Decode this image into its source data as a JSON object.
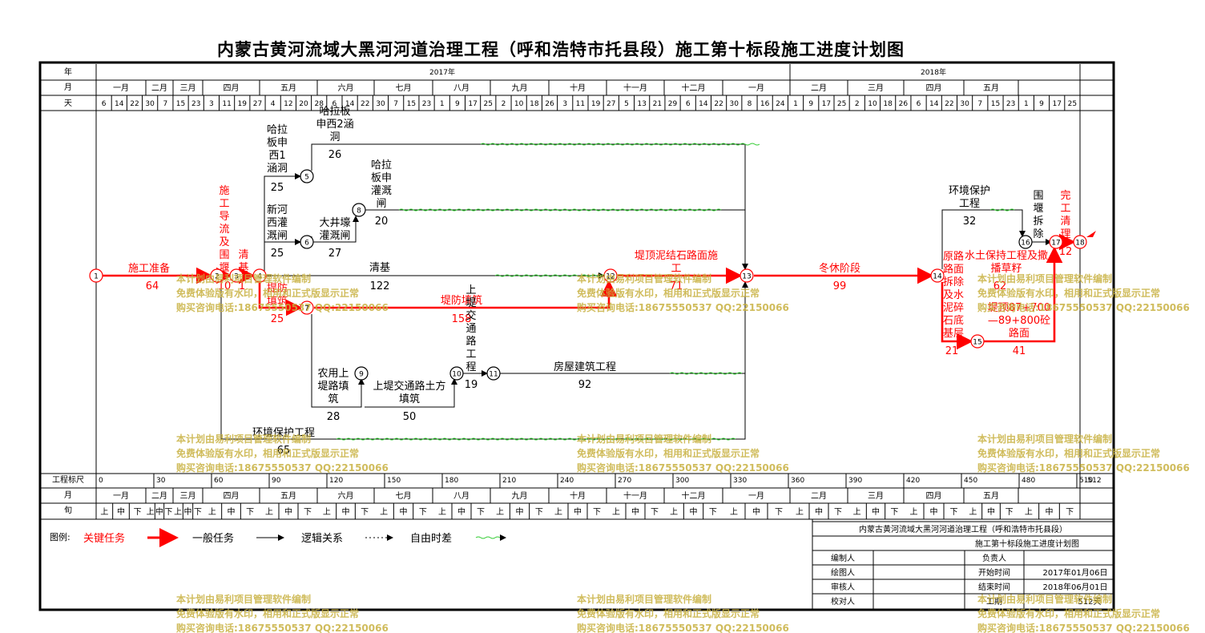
{
  "title": "内蒙古黄河流域大黑河河道治理工程（呼和浩特市托县段）施工第十标段施工进度计划图",
  "header": {
    "row_year": "年",
    "row_month": "月",
    "row_day": "天",
    "years": [
      "2017年",
      "2018年"
    ],
    "months": [
      "一月",
      "二月",
      "三月",
      "四月",
      "五月",
      "六月",
      "七月",
      "八月",
      "九月",
      "十月",
      "十一月",
      "十二月",
      "一月",
      "二月",
      "三月",
      "四月",
      "五月"
    ],
    "days": [
      "6",
      "14",
      "22",
      "30",
      "7",
      "15",
      "23",
      "3",
      "11",
      "19",
      "27",
      "4",
      "12",
      "20",
      "28",
      "6",
      "14",
      "22",
      "30",
      "7",
      "15",
      "23",
      "1",
      "9",
      "17",
      "25",
      "2",
      "10",
      "18",
      "26",
      "3",
      "11",
      "19",
      "27",
      "5",
      "13",
      "21",
      "29",
      "6",
      "14",
      "22",
      "30",
      "8",
      "16",
      "24",
      "1",
      "9",
      "17",
      "25",
      "2",
      "10",
      "18",
      "26",
      "6",
      "14",
      "22",
      "30",
      "7",
      "15",
      "23",
      "1",
      "9",
      "17",
      "25"
    ]
  },
  "footer": {
    "scale_label": "工程标尺",
    "scale_ticks": [
      "0",
      "30",
      "60",
      "90",
      "120",
      "150",
      "180",
      "210",
      "240",
      "270",
      "300",
      "330",
      "360",
      "390",
      "420",
      "450",
      "480",
      "510"
    ],
    "scale_end": "512",
    "month_label": "月",
    "xun_label": "旬",
    "xun": [
      "上",
      "中",
      "下"
    ]
  },
  "legend": {
    "label": "图例:",
    "critical": "关键任务",
    "normal": "一般任务",
    "logic": "逻辑关系",
    "float": "自由时差"
  },
  "colors": {
    "critical": "#ff0000",
    "normal": "#000000",
    "float": "#33cc33",
    "watermark": "#c8b040"
  },
  "nodes": [
    {
      "id": "1",
      "color": "red"
    },
    {
      "id": "2",
      "color": "red"
    },
    {
      "id": "3",
      "color": "red"
    },
    {
      "id": "4",
      "color": "red"
    },
    {
      "id": "5",
      "color": "black"
    },
    {
      "id": "6",
      "color": "black"
    },
    {
      "id": "7",
      "color": "red"
    },
    {
      "id": "8",
      "color": "black"
    },
    {
      "id": "9",
      "color": "black"
    },
    {
      "id": "10",
      "color": "black"
    },
    {
      "id": "11",
      "color": "black"
    },
    {
      "id": "12",
      "color": "red"
    },
    {
      "id": "13",
      "color": "red"
    },
    {
      "id": "14",
      "color": "red"
    },
    {
      "id": "15",
      "color": "red"
    },
    {
      "id": "16",
      "color": "black"
    },
    {
      "id": "17",
      "color": "red"
    },
    {
      "id": "18",
      "color": "red"
    }
  ],
  "tasks": [
    {
      "name": "施工准备",
      "duration": "64",
      "critical": true
    },
    {
      "name": "施工导流及围堰",
      "duration": "10",
      "critical": true
    },
    {
      "name": "清基",
      "duration": "1",
      "critical": true
    },
    {
      "name": "提防填筑",
      "duration": "25",
      "critical": true
    },
    {
      "name": "堤防填筑",
      "duration": "158",
      "critical": true
    },
    {
      "name": "哈拉板申西1涵洞",
      "duration": "25",
      "critical": false
    },
    {
      "name": "哈拉板申西2涵洞",
      "duration": "26",
      "critical": false
    },
    {
      "name": "新河西灌溉闸",
      "duration": "25",
      "critical": false
    },
    {
      "name": "大井壕灌溉闸",
      "duration": "27",
      "critical": false
    },
    {
      "name": "哈拉板申灌溉闸",
      "duration": "20",
      "critical": false
    },
    {
      "name": "清基",
      "duration": "122",
      "critical": false
    },
    {
      "name": "农用上堤路填筑",
      "duration": "28",
      "critical": false
    },
    {
      "name": "上堤交通路土方填筑",
      "duration": "50",
      "critical": false
    },
    {
      "name": "上堤交通路工程",
      "duration": "19",
      "critical": false
    },
    {
      "name": "房屋建筑工程",
      "duration": "92",
      "critical": false
    },
    {
      "name": "环境保护工程",
      "duration": "65",
      "critical": false
    },
    {
      "name": "堤顶泥结石路面施工",
      "duration": "71",
      "critical": true
    },
    {
      "name": "冬休阶段",
      "duration": "99",
      "critical": true
    },
    {
      "name": "原路面拆除及水泥碎石底基层",
      "duration": "21",
      "critical": true
    },
    {
      "name": "堤顶87+700—89+800砼路面",
      "duration": "41",
      "critical": true
    },
    {
      "name": "环境保护工程",
      "duration": "32",
      "critical": false
    },
    {
      "name": "水土保持工程及撒播草籽",
      "duration": "62",
      "critical": false
    },
    {
      "name": "围堰拆除",
      "duration": "",
      "critical": false
    },
    {
      "name": "完工清理",
      "duration": "12",
      "critical": true
    }
  ],
  "info_table": {
    "project": "内蒙古黄河流域大黑河河道治理工程（呼和浩特市托县段）",
    "plan_name": "施工第十标段施工进度计划图",
    "rows": [
      {
        "label": "编制人",
        "label2": "负责人",
        "value": ""
      },
      {
        "label": "绘图人",
        "label2": "开始时间",
        "value": "2017年01月06日"
      },
      {
        "label": "审核人",
        "label2": "结束时间",
        "value": "2018年06月01日"
      },
      {
        "label": "校对人",
        "label2": "工期",
        "value": "512天"
      }
    ]
  },
  "watermark": {
    "line1": "本计划由易利项目管理软件编制",
    "line2": "免费体验版有水印，相用和正式版显示正常",
    "line3": "购买咨询电话:18675550537 QQ:22150066"
  }
}
